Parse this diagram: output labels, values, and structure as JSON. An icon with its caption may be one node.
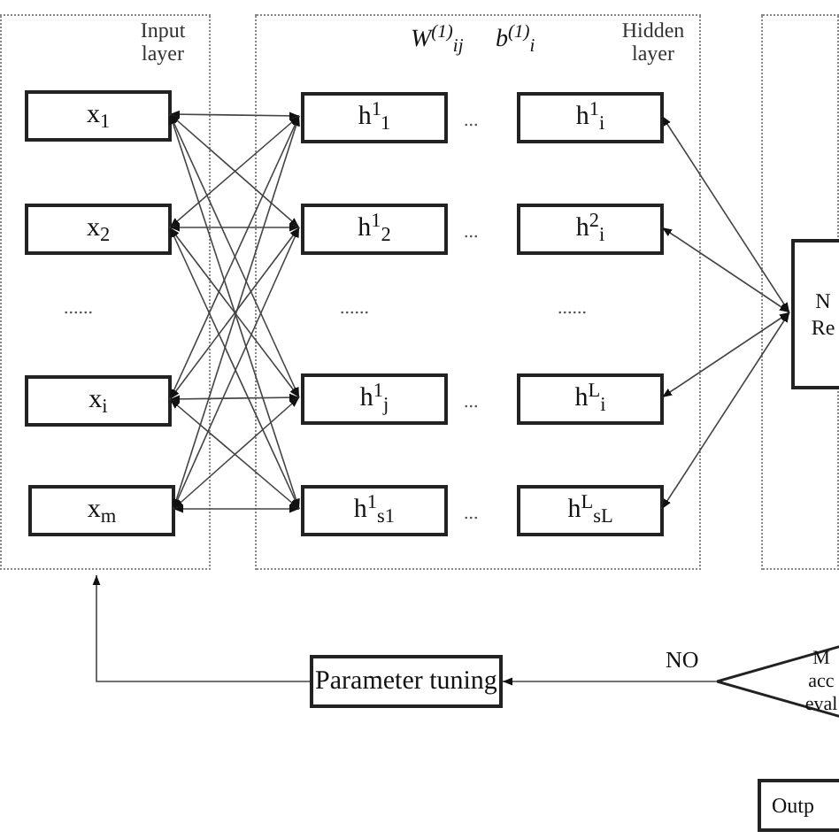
{
  "diagram": {
    "nodes": [
      {
        "text": [
          "Input layer"
        ]
      },
      {
        "text": [
          "x$_{1}$"
        ],
        "in": 0
      },
      {
        "text": [
          "x$_{2}$"
        ],
        "in": 0
      },
      {
        "text": [
          "x$_{i}$"
        ],
        "in": 0
      },
      {
        "text": [
          "x$_{m}$"
        ],
        "in": 0
      },
      {
        "text": [
          "Hidden layer"
        ]
      },
      {
        "text": [
          "h$^{1}$$_{1}$"
        ],
        "in": 5
      },
      {
        "text": [
          "h$^{1}$$_{2}$"
        ],
        "in": 5
      },
      {
        "text": [
          "h$^{1}$$_{j}$"
        ],
        "in": 5
      },
      {
        "text": [
          "h$^{1}$$_{s1}$"
        ],
        "in": 5
      },
      {
        "text": [
          "h$^{1}$$_{i}$"
        ],
        "in": 5
      },
      {
        "text": [
          "h$^{2}$$_{i}$"
        ],
        "in": 5
      },
      {
        "text": [
          "h$^{L}$$_{i}$"
        ],
        "in": 5
      },
      {
        "text": [
          "h$^{L}$$_{sL}$"
        ],
        "in": 5
      },
      {
        "text": [],
        "shape": "box"
      },
      {
        "text": [
          "N Re"
        ],
        "in": 14
      },
      {
        "text": [
          "Parameter tuning"
        ]
      },
      {
        "text": [
          "M acc eval"
        ]
      },
      {
        "text": [
          "Outp"
        ]
      }
    ],
    "edges": [
      {
        "from": 1,
        "to": 6,
        "arrow": "both"
      },
      {
        "from": 1,
        "to": 7,
        "arrow": "both"
      },
      {
        "from": 1,
        "to": 8,
        "arrow": "both"
      },
      {
        "from": 1,
        "to": 9,
        "arrow": "both"
      },
      {
        "from": 2,
        "to": 6,
        "arrow": "both"
      },
      {
        "from": 2,
        "to": 7,
        "arrow": "both"
      },
      {
        "from": 2,
        "to": 8,
        "arrow": "both"
      },
      {
        "from": 2,
        "to": 9,
        "arrow": "both"
      },
      {
        "from": 3,
        "to": 6,
        "arrow": "both"
      },
      {
        "from": 3,
        "to": 7,
        "arrow": "both"
      },
      {
        "from": 3,
        "to": 8,
        "arrow": "both"
      },
      {
        "from": 3,
        "to": 9,
        "arrow": "both"
      },
      {
        "from": 4,
        "to": 6,
        "arrow": "both"
      },
      {
        "from": 4,
        "to": 7,
        "arrow": "both"
      },
      {
        "from": 4,
        "to": 8,
        "arrow": "both"
      },
      {
        "from": 4,
        "to": 9,
        "arrow": "both"
      },
      {
        "from": 10,
        "to": 15,
        "arrow": "both"
      },
      {
        "from": 11,
        "to": 15,
        "arrow": "both"
      },
      {
        "from": 12,
        "to": 15,
        "arrow": "both"
      },
      {
        "from": 13,
        "to": 15,
        "arrow": "both"
      },
      {
        "from": 17,
        "to": 16,
        "arrow": "to",
        "label": "NO"
      },
      {
        "from": 16,
        "to": 0,
        "arrow": "to"
      }
    ],
    "labels": [
      "W$^{(1)}$$_{ij}$",
      "b$^{(1)}$$_{i}$",
      "...",
      "...",
      "......",
      "......",
      "......",
      "...",
      "..."
    ]
  }
}
